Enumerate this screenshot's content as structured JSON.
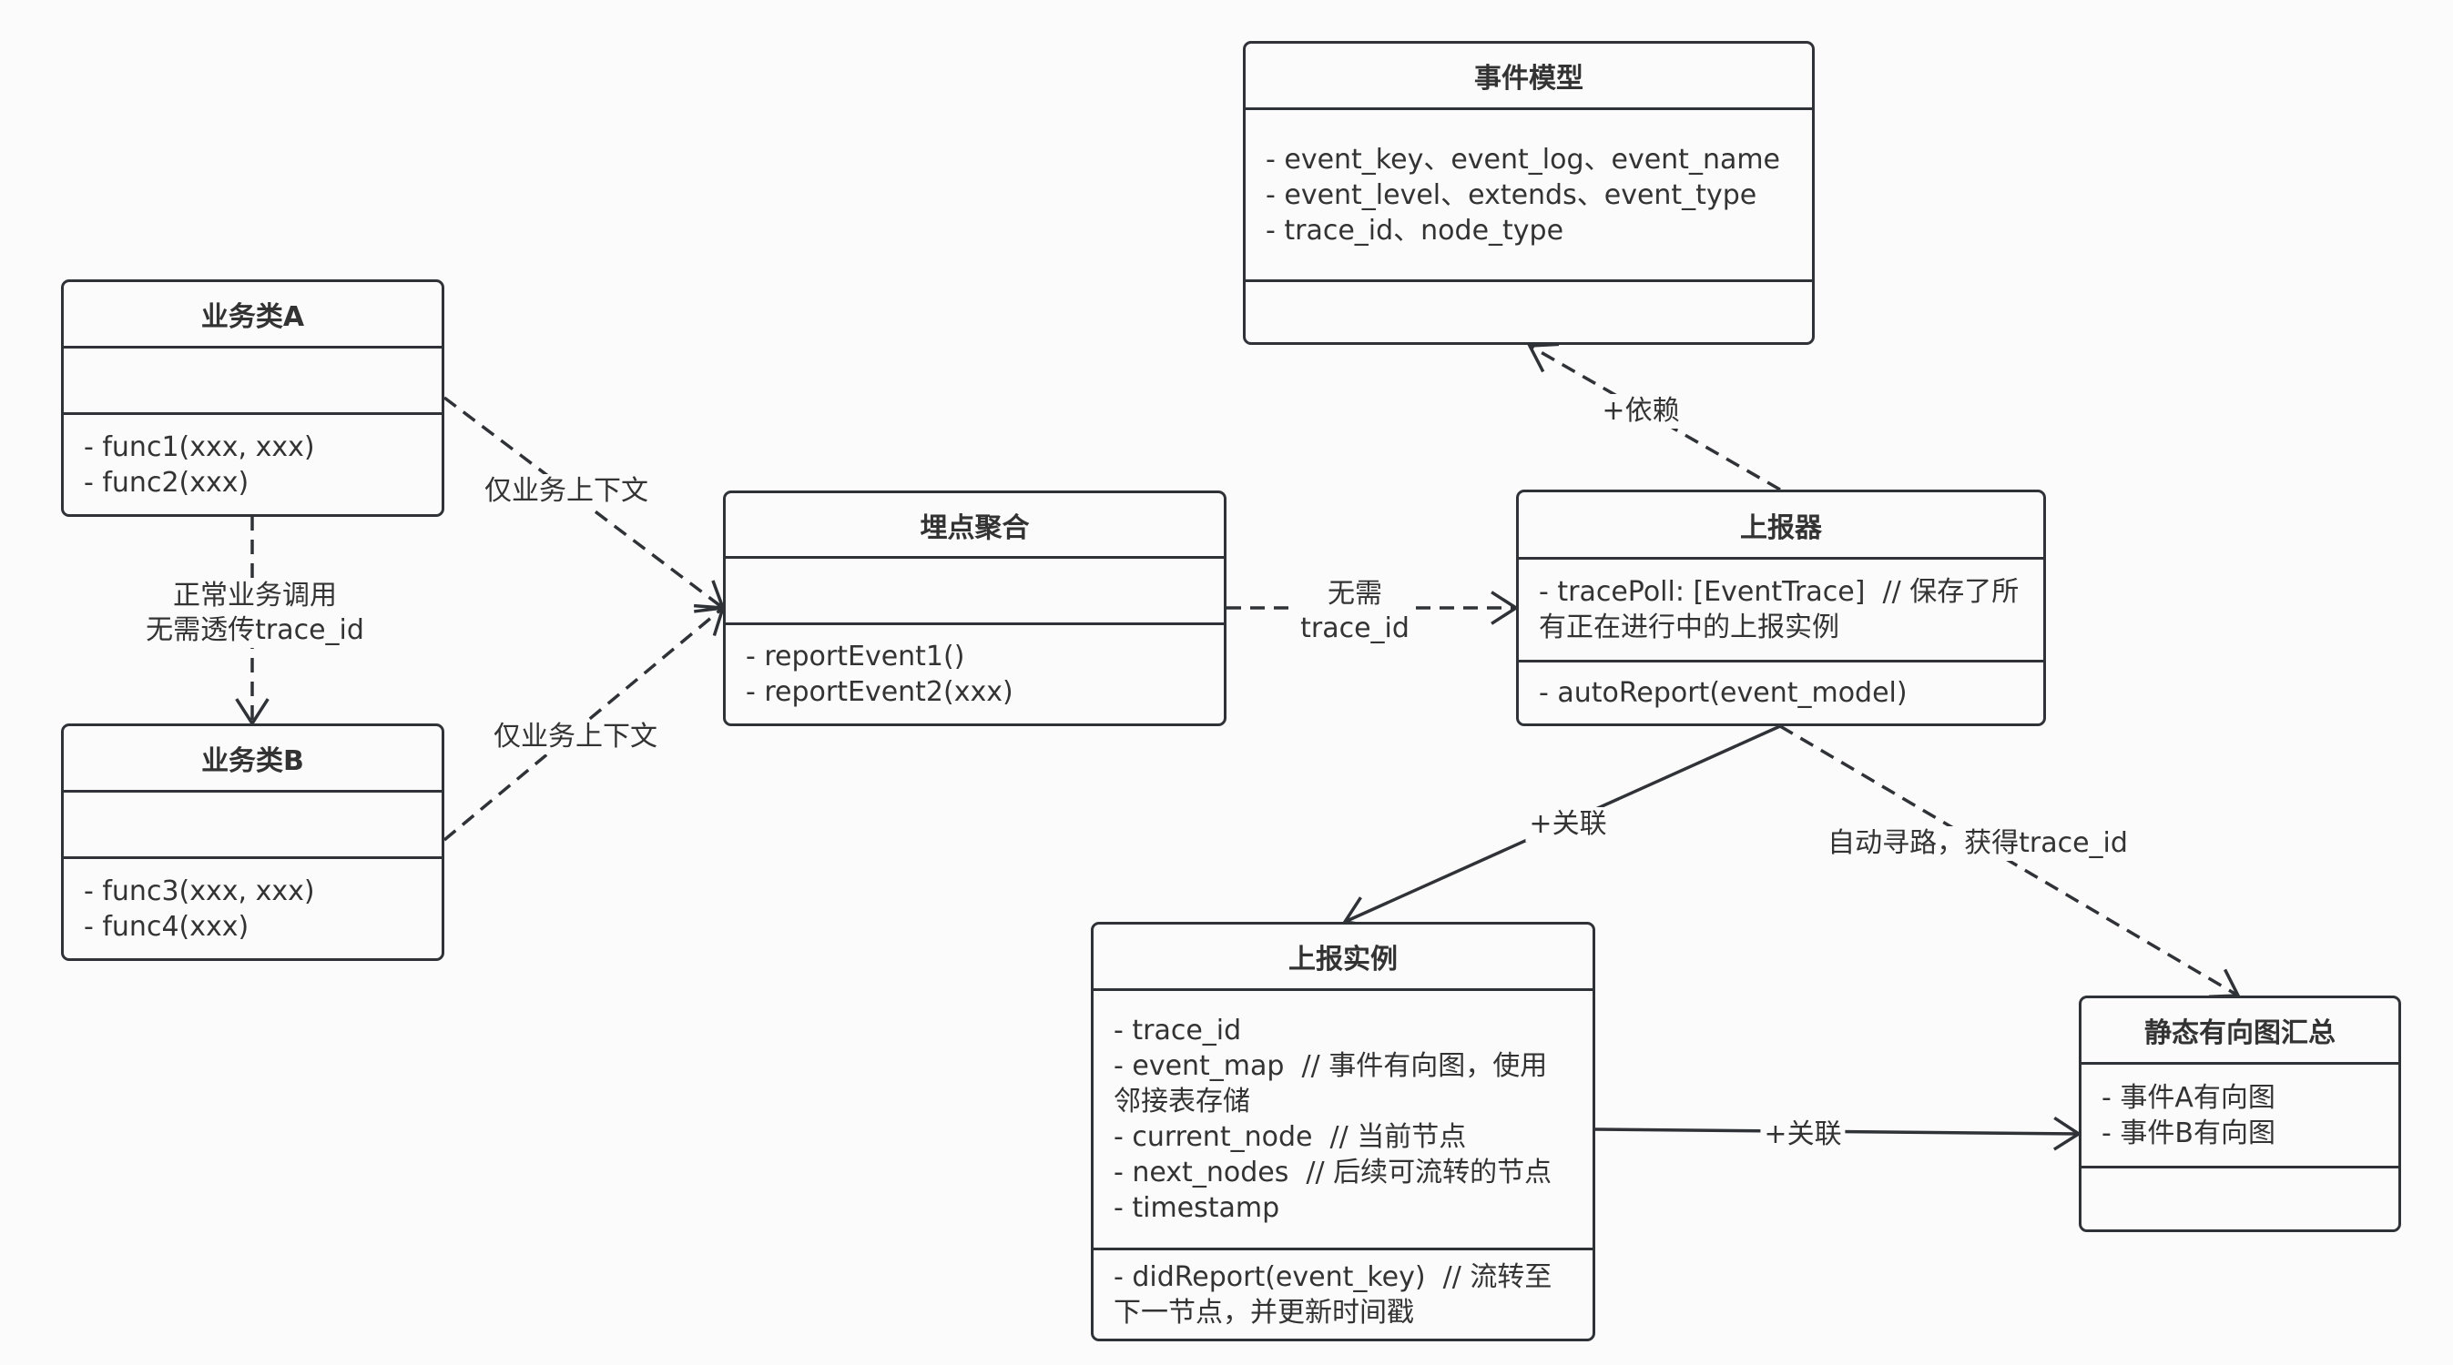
{
  "diagram": {
    "type": "uml-class-diagram",
    "colors": {
      "stroke": "#2f3237",
      "text": "#333333",
      "background": "#fbfbfb"
    }
  },
  "classes": {
    "biz_a": {
      "title": "业务类A",
      "attributes": [],
      "methods": [
        "- func1(xxx, xxx)",
        "- func2(xxx)"
      ]
    },
    "biz_b": {
      "title": "业务类B",
      "attributes": [],
      "methods": [
        "- func3(xxx, xxx)",
        "- func4(xxx)"
      ]
    },
    "aggregate": {
      "title": "埋点聚合",
      "attributes": [],
      "methods": [
        "- reportEvent1()",
        "- reportEvent2(xxx)"
      ]
    },
    "event_model": {
      "title": "事件模型",
      "attributes": [
        "- event_key、event_log、event_name",
        "- event_level、extends、event_type",
        "- trace_id、node_type"
      ],
      "methods": []
    },
    "reporter": {
      "title": "上报器",
      "attributes": [
        "- tracePoll: [EventTrace]  // 保存了所有正在进行中的上报实例"
      ],
      "methods": [
        "- autoReport(event_model)"
      ]
    },
    "instance": {
      "title": "上报实例",
      "attributes": [
        "- trace_id",
        "- event_map  // 事件有向图，使用邻接表存储",
        "- current_node  // 当前节点",
        "- next_nodes  // 后续可流转的节点",
        "- timestamp"
      ],
      "methods": [
        "- didReport(event_key)  // 流转至下一节点，并更新时间戳"
      ]
    },
    "static_graph": {
      "title": "静态有向图汇总",
      "attributes": [
        "- 事件A有向图",
        "- 事件B有向图"
      ],
      "methods": []
    }
  },
  "relations": [
    {
      "id": "a-to-b",
      "from": "业务类A",
      "to": "业务类B",
      "style": "dashed",
      "label_lines": [
        "正常业务调用",
        "无需透传trace_id"
      ]
    },
    {
      "id": "a-to-aggregate",
      "from": "业务类A",
      "to": "埋点聚合",
      "style": "dashed",
      "label_lines": [
        "仅业务上下文"
      ]
    },
    {
      "id": "b-to-aggregate",
      "from": "业务类B",
      "to": "埋点聚合",
      "style": "dashed",
      "label_lines": [
        "仅业务上下文"
      ]
    },
    {
      "id": "aggregate-to-reporter",
      "from": "埋点聚合",
      "to": "上报器",
      "style": "dashed",
      "label_lines": [
        "无需",
        "trace_id"
      ]
    },
    {
      "id": "reporter-to-model",
      "from": "上报器",
      "to": "事件模型",
      "style": "dashed",
      "label_lines": [
        "+依赖"
      ]
    },
    {
      "id": "reporter-to-instance",
      "from": "上报器",
      "to": "上报实例",
      "style": "solid",
      "label_lines": [
        "+关联"
      ]
    },
    {
      "id": "reporter-to-static",
      "from": "上报器",
      "to": "静态有向图汇总",
      "style": "dashed",
      "label_lines": [
        "自动寻路，获得trace_id"
      ]
    },
    {
      "id": "instance-to-static",
      "from": "上报实例",
      "to": "静态有向图汇总",
      "style": "solid",
      "label_lines": [
        "+关联"
      ]
    }
  ]
}
